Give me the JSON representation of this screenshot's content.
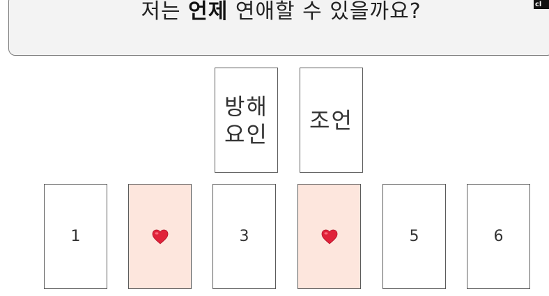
{
  "question": {
    "prefix": "저는 ",
    "emphasis": "언제",
    "suffix": " 연애할 수 있을까요?"
  },
  "corner_badge": "cl",
  "position_cards": [
    {
      "label": "방해\n요인"
    },
    {
      "label": "조언"
    }
  ],
  "deck_cards": [
    {
      "label": "1",
      "selected": false
    },
    {
      "label": "",
      "selected": true,
      "icon": "heart-icon"
    },
    {
      "label": "3",
      "selected": false
    },
    {
      "label": "",
      "selected": true,
      "icon": "heart-icon"
    },
    {
      "label": "5",
      "selected": false
    },
    {
      "label": "6",
      "selected": false
    }
  ],
  "colors": {
    "selected_card": "#fde6dd",
    "heart": "#e0233a",
    "question_box": "#f3f3f3"
  }
}
